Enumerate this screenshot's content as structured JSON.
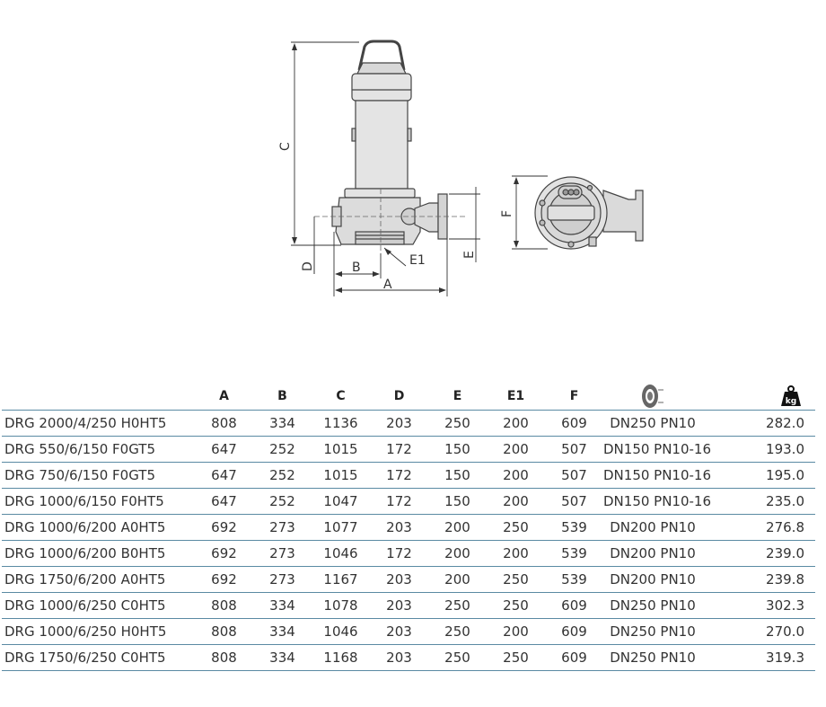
{
  "drawing": {
    "dim_labels": {
      "A": "A",
      "B": "B",
      "C": "C",
      "D": "D",
      "E": "E",
      "E1": "E1",
      "F": "F"
    }
  },
  "table": {
    "headers": [
      "",
      "A",
      "B",
      "C",
      "D",
      "E",
      "E1",
      "F",
      "",
      ""
    ],
    "header_icons": {
      "flange": "flange-icon",
      "weight": "weight-kg-icon"
    },
    "weight_icon_text": "kg",
    "rows": [
      [
        "DRG 2000/4/250 H0HT5",
        "808",
        "334",
        "1136",
        "203",
        "250",
        "200",
        "609",
        "DN250 PN10",
        "282.0"
      ],
      [
        "DRG 550/6/150 F0GT5",
        "647",
        "252",
        "1015",
        "172",
        "150",
        "200",
        "507",
        "DN150 PN10-16",
        "193.0"
      ],
      [
        "DRG 750/6/150 F0GT5",
        "647",
        "252",
        "1015",
        "172",
        "150",
        "200",
        "507",
        "DN150 PN10-16",
        "195.0"
      ],
      [
        "DRG 1000/6/150 F0HT5",
        "647",
        "252",
        "1047",
        "172",
        "150",
        "200",
        "507",
        "DN150 PN10-16",
        "235.0"
      ],
      [
        "DRG 1000/6/200 A0HT5",
        "692",
        "273",
        "1077",
        "203",
        "200",
        "250",
        "539",
        "DN200 PN10",
        "276.8"
      ],
      [
        "DRG 1000/6/200 B0HT5",
        "692",
        "273",
        "1046",
        "172",
        "200",
        "200",
        "539",
        "DN200 PN10",
        "239.0"
      ],
      [
        "DRG 1750/6/200 A0HT5",
        "692",
        "273",
        "1167",
        "203",
        "200",
        "250",
        "539",
        "DN200 PN10",
        "239.8"
      ],
      [
        "DRG 1000/6/250 C0HT5",
        "808",
        "334",
        "1078",
        "203",
        "250",
        "250",
        "609",
        "DN250 PN10",
        "302.3"
      ],
      [
        "DRG 1000/6/250 H0HT5",
        "808",
        "334",
        "1046",
        "203",
        "250",
        "200",
        "609",
        "DN250 PN10",
        "270.0"
      ],
      [
        "DRG 1750/6/250 C0HT5",
        "808",
        "334",
        "1168",
        "203",
        "250",
        "250",
        "609",
        "DN250 PN10",
        "319.3"
      ]
    ]
  }
}
